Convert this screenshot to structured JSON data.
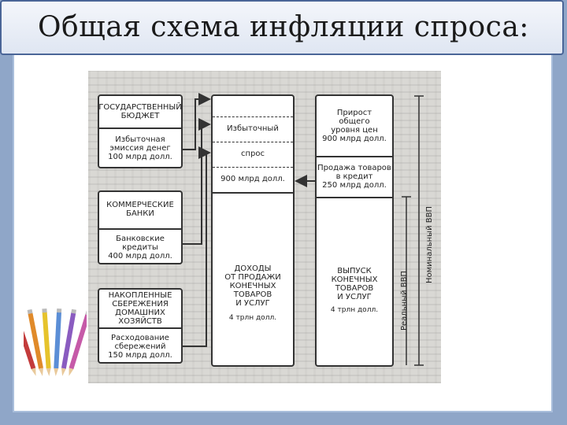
{
  "slide": {
    "title": "Общая схема инфляции спроса:"
  },
  "diagram": {
    "left_boxes": [
      {
        "header": "ГОСУДАРСТВЕННЫЙ\nБЮДЖЕТ",
        "body": "Избыточная\nэмиссия денег\n100 млрд долл."
      },
      {
        "header": "КОММЕРЧЕСКИЕ\nБАНКИ",
        "body": "Банковские\nкредиты\n400 млрд долл."
      },
      {
        "header": "НАКОПЛЕННЫЕ\nСБЕРЕЖЕНИЯ\nДОМАШНИХ\nХОЗЯЙСТВ",
        "body": "Расходование\nсбережений\n150 млрд долл."
      }
    ],
    "middle_box": {
      "excess_line1": "Избыточный",
      "excess_line2": "спрос",
      "excess_value": "900 млрд долл.",
      "income": "ДОХОДЫ\nОТ ПРОДАЖИ\nКОНЕЧНЫХ\nТОВАРОВ\nИ УСЛУГ",
      "income_value": "4 трлн долл."
    },
    "right_box": {
      "price_growth": "Прирост\nобщего\nуровня цен\n900 млрд долл.",
      "credit_sales": "Продажа товаров\nв кредит\n250 млрд долл.",
      "output": "ВЫПУСК\nКОНЕЧНЫХ\nТОВАРОВ\nИ УСЛУГ",
      "output_value": "4 трлн долл."
    },
    "axis_labels": {
      "real_gdp": "Реальный ВВП",
      "nominal_gdp": "Номинальный ВВП"
    }
  },
  "decoration": {
    "pencil_colors": [
      "#c33b3b",
      "#e08a2a",
      "#e6c32c",
      "#5b8ed6",
      "#8a5cc0",
      "#c65aa8"
    ]
  }
}
